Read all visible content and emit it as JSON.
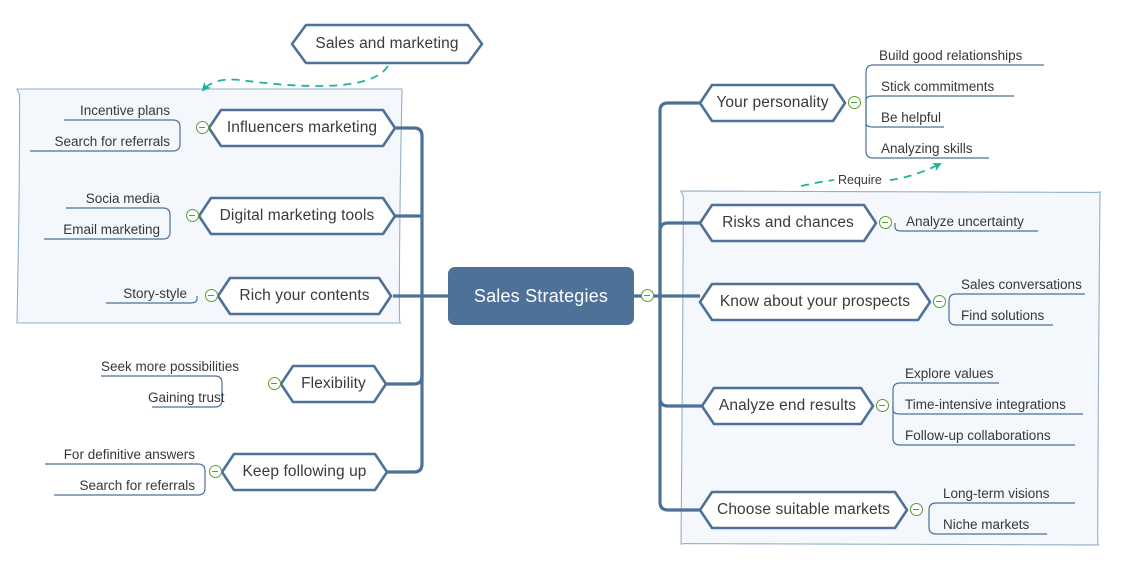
{
  "title": "Sales Strategies mind map",
  "colors": {
    "branch": "#4e7198",
    "center_fill": "#4e7198",
    "center_text": "#ffffff",
    "node_fill": "#ffffff",
    "node_text": "#3a3a3a",
    "leaf_text": "#33383d",
    "leaf_rule": "#4e7198",
    "boundary_fill": "#f4f7fb",
    "boundary_stroke": "#94afc9",
    "relationship": "#1fb39a",
    "toggle": "#5aa02c",
    "background": "#ffffff"
  },
  "center": {
    "label": "Sales Strategies"
  },
  "floating_topic": {
    "label": "Sales and marketing"
  },
  "relationships": [
    {
      "name": "sales-and-marketing-to-left-boundary",
      "label": ""
    },
    {
      "name": "require-relationship",
      "label": "Require"
    }
  ],
  "boundaries": [
    {
      "name": "left-boundary",
      "label": ""
    },
    {
      "name": "right-boundary",
      "label": ""
    }
  ],
  "left_branches": [
    {
      "label": "Influencers marketing",
      "leaves": [
        "Incentive plans",
        "Search for referrals"
      ]
    },
    {
      "label": "Digital marketing tools",
      "leaves": [
        "Socia media",
        "Email marketing"
      ]
    },
    {
      "label": "Rich your contents",
      "leaves": [
        "Story-style"
      ]
    },
    {
      "label": "Flexibility",
      "leaves": [
        "Seek more possibilities",
        "Gaining trust"
      ]
    },
    {
      "label": "Keep following up",
      "leaves": [
        "For definitive answers",
        "Search for referrals"
      ]
    }
  ],
  "right_branches": [
    {
      "label": "Your personality",
      "leaves": [
        "Build good relationships",
        "Stick commitments",
        "Be helpful",
        "Analyzing skills"
      ]
    },
    {
      "label": "Risks and chances",
      "leaves": [
        "Analyze uncertainty"
      ]
    },
    {
      "label": "Know about your prospects",
      "leaves": [
        "Sales conversations",
        "Find solutions"
      ]
    },
    {
      "label": "Analyze end results",
      "leaves": [
        "Explore values",
        "Time-intensive integrations",
        "Follow-up collaborations"
      ]
    },
    {
      "label": "Choose suitable markets",
      "leaves": [
        "Long-term visions",
        "Niche markets"
      ]
    }
  ]
}
